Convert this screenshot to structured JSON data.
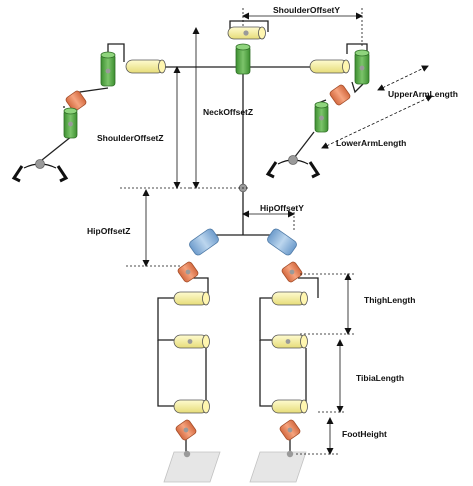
{
  "labels": {
    "shoulder_offset_y": "ShoulderOffsetY",
    "neck_offset_z": "NeckOffsetZ",
    "shoulder_offset_z": "ShoulderOffsetZ",
    "upper_arm_length": "UpperArmLength",
    "lower_arm_length": "LowerArmLength",
    "hip_offset_y": "HipOffsetY",
    "hip_offset_z": "HipOffsetZ",
    "thigh_length": "ThighLength",
    "tibia_length": "TibiaLength",
    "foot_height": "FootHeight"
  },
  "colors": {
    "link": "#222222",
    "joint_yellow": "#f4ee9e",
    "joint_green": "#4fa63f",
    "joint_orange": "#e8835a",
    "joint_blue": "#94b8dc",
    "pin": "#9a9a9a",
    "foot_plate": "#e4e4e4"
  }
}
